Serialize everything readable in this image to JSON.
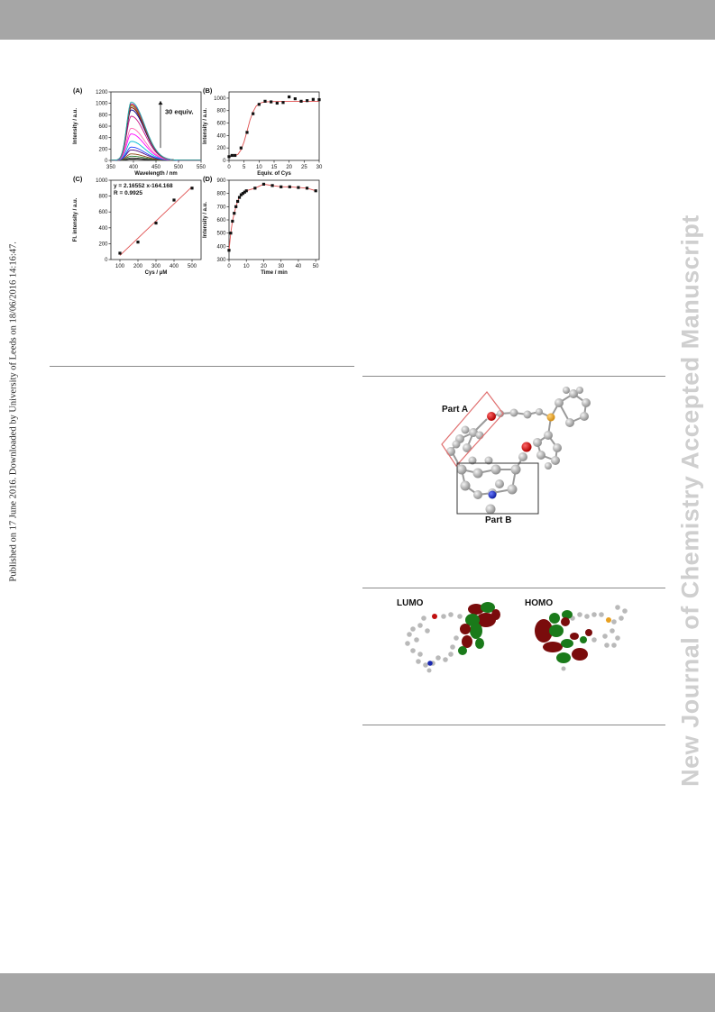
{
  "watermark": {
    "left": "Published on 17 June 2016. Downloaded by University of Leeds on 18/06/2016 14:16:47.",
    "right": "New Journal of Chemistry Accepted Manuscript"
  },
  "colors": {
    "band": "#a6a6a6",
    "fit_line": "#e05050",
    "marker": "#111111"
  },
  "chart_data": [
    {
      "panel": "(A)",
      "type": "line",
      "xlabel": "Wavelength / nm",
      "ylabel": "Intensity / a.u.",
      "xlim": [
        350,
        550
      ],
      "ylim": [
        0,
        1200
      ],
      "xticks": [
        350,
        400,
        450,
        500,
        550
      ],
      "yticks": [
        0,
        200,
        400,
        600,
        800,
        1000,
        1200
      ],
      "annotation": "30 equiv.",
      "peak_x": 395,
      "series_peaks": [
        20,
        40,
        70,
        110,
        180,
        230,
        330,
        460,
        560,
        770,
        880,
        920,
        950,
        970,
        990,
        1020
      ],
      "series_colors": [
        "#000000",
        "#555555",
        "#2e7d32",
        "#8b4513",
        "#4b0082",
        "#1e40ff",
        "#00bcd4",
        "#ff00ff",
        "#ff69b4",
        "#c71585",
        "#00008b",
        "#7f0000",
        "#556b2f",
        "#ff8c00",
        "#8b008b",
        "#20b2aa"
      ]
    },
    {
      "panel": "(B)",
      "type": "scatter",
      "xlabel": "Equiv. of Cys",
      "ylabel": "Intensity / a.u.",
      "xlim": [
        0,
        30
      ],
      "ylim": [
        0,
        1100
      ],
      "xticks": [
        0,
        5,
        10,
        15,
        20,
        25,
        30
      ],
      "yticks": [
        0,
        200,
        400,
        600,
        800,
        1000
      ],
      "x": [
        0,
        1,
        2,
        4,
        6,
        8,
        10,
        12,
        14,
        16,
        18,
        20,
        22,
        24,
        26,
        28,
        30
      ],
      "y": [
        60,
        80,
        80,
        200,
        450,
        750,
        900,
        950,
        940,
        920,
        930,
        1020,
        990,
        950,
        960,
        980,
        975
      ],
      "fit_x": [
        0,
        2,
        3,
        4,
        5,
        6,
        7,
        8,
        9,
        10,
        11,
        12,
        15,
        20,
        25,
        30
      ],
      "fit_y": [
        60,
        75,
        100,
        170,
        300,
        470,
        650,
        780,
        870,
        910,
        930,
        940,
        945,
        950,
        950,
        950
      ]
    },
    {
      "panel": "(C)",
      "type": "scatter",
      "xlabel": "Cys / μM",
      "ylabel": "Fl. intensity / a.u.",
      "xlim": [
        50,
        550
      ],
      "ylim": [
        0,
        1000
      ],
      "xticks": [
        100,
        200,
        300,
        400,
        500
      ],
      "yticks": [
        0,
        200,
        400,
        600,
        800,
        1000
      ],
      "x": [
        100,
        200,
        300,
        400,
        500
      ],
      "y": [
        80,
        220,
        460,
        750,
        900
      ],
      "fit_x": [
        100,
        500
      ],
      "fit_y": [
        52.4,
        918.6
      ],
      "equation": "y = 2.16552 x-164.168",
      "r_value": "R = 0.9925"
    },
    {
      "panel": "(D)",
      "type": "line",
      "xlabel": "Time / min",
      "ylabel": "Intensity / a.u.",
      "xlim": [
        0,
        52
      ],
      "ylim": [
        300,
        900
      ],
      "xticks": [
        0,
        10,
        20,
        30,
        40,
        50
      ],
      "yticks": [
        300,
        400,
        500,
        600,
        700,
        800,
        900
      ],
      "x": [
        0,
        1,
        2,
        3,
        4,
        5,
        6,
        7,
        8,
        9,
        10,
        15,
        20,
        25,
        30,
        35,
        40,
        45,
        50
      ],
      "y": [
        370,
        500,
        590,
        650,
        700,
        740,
        770,
        790,
        800,
        810,
        820,
        840,
        870,
        860,
        850,
        850,
        845,
        840,
        820
      ]
    }
  ],
  "structure": {
    "part_a": "Part A",
    "part_b": "Part B"
  },
  "orbitals": {
    "lumo": "LUMO",
    "homo": "HOMO"
  }
}
